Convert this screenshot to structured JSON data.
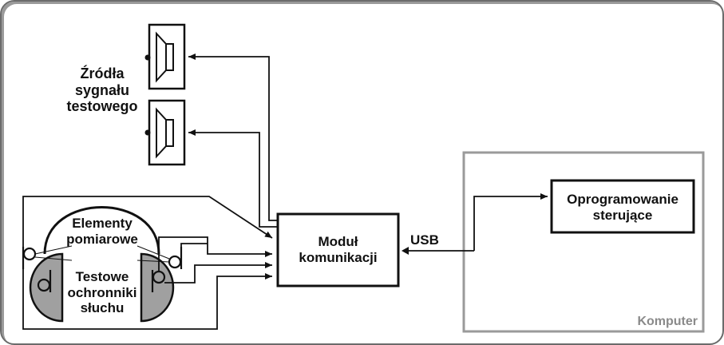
{
  "diagram": {
    "sources_label": [
      "Źródła",
      "sygnału",
      "testowego"
    ],
    "module_label": [
      "Moduł",
      "komunikacji"
    ],
    "software_label": [
      "Oprogramowanie",
      "sterujące"
    ],
    "usb_label": "USB",
    "computer_label": "Komputer",
    "elements_label": [
      "Elementy",
      "pomiarowe"
    ],
    "protectors_label": [
      "Testowe",
      "ochronniki",
      "słuchu"
    ],
    "colors": {
      "line": "#111111",
      "computer_border": "#9a9a9a",
      "computer_label": "#8a8a8a",
      "earcup_fill": "#a0a0a0"
    }
  }
}
